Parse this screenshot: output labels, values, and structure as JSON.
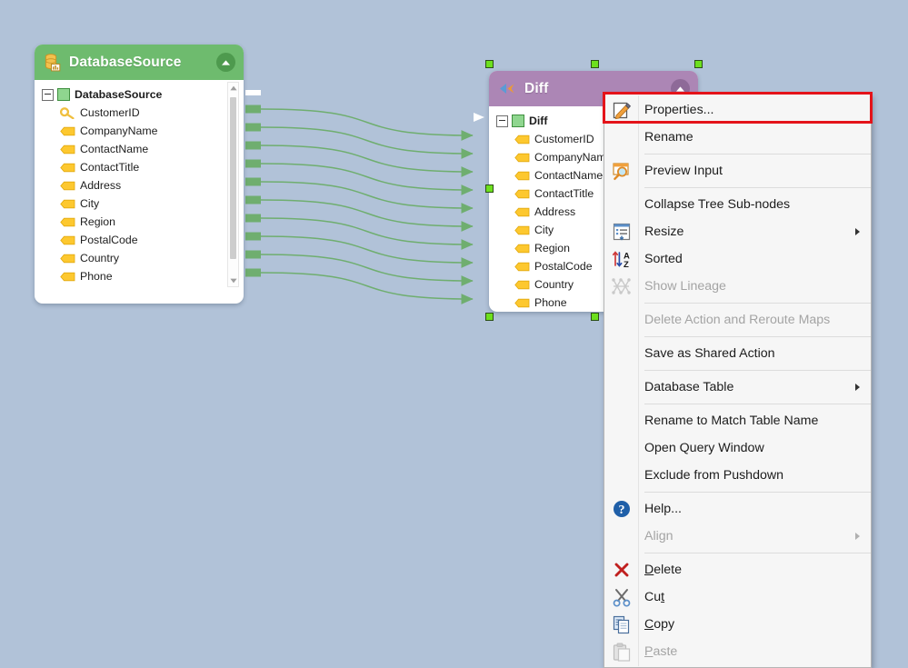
{
  "canvas": {
    "background_color": "#b1c2d8"
  },
  "nodes": [
    {
      "id": "database-source",
      "title": "DatabaseSource",
      "header_color": "#6ebb6e",
      "icon": "database-icon",
      "collapse_icon": "chevron-up-icon",
      "root_label": "DatabaseSource",
      "fields": [
        {
          "label": "CustomerID",
          "icon": "key-icon"
        },
        {
          "label": "CompanyName",
          "icon": "field-icon"
        },
        {
          "label": "ContactName",
          "icon": "field-icon"
        },
        {
          "label": "ContactTitle",
          "icon": "field-icon"
        },
        {
          "label": "Address",
          "icon": "field-icon"
        },
        {
          "label": "City",
          "icon": "field-icon"
        },
        {
          "label": "Region",
          "icon": "field-icon"
        },
        {
          "label": "PostalCode",
          "icon": "field-icon"
        },
        {
          "label": "Country",
          "icon": "field-icon"
        },
        {
          "label": "Phone",
          "icon": "field-icon"
        }
      ]
    },
    {
      "id": "diff",
      "title": "Diff",
      "header_color": "#ac86b5",
      "icon": "diff-icon",
      "collapse_icon": "chevron-up-icon",
      "root_label": "Diff",
      "selected": true,
      "fields": [
        {
          "label": "CustomerID",
          "icon": "field-icon"
        },
        {
          "label": "CompanyName",
          "icon": "field-icon"
        },
        {
          "label": "ContactName",
          "icon": "field-icon"
        },
        {
          "label": "ContactTitle",
          "icon": "field-icon"
        },
        {
          "label": "Address",
          "icon": "field-icon"
        },
        {
          "label": "City",
          "icon": "field-icon"
        },
        {
          "label": "Region",
          "icon": "field-icon"
        },
        {
          "label": "PostalCode",
          "icon": "field-icon"
        },
        {
          "label": "Country",
          "icon": "field-icon"
        },
        {
          "label": "Phone",
          "icon": "field-icon"
        }
      ]
    }
  ],
  "context_menu": {
    "highlight_color": "#e4131a",
    "highlighted_item": "Properties...",
    "items": [
      {
        "label": "Properties...",
        "icon": "properties-icon",
        "disabled": false,
        "submenu": false
      },
      {
        "label": "Rename",
        "icon": "none",
        "disabled": false,
        "submenu": false
      },
      {
        "separator_after": true,
        "label": "Preview Input",
        "icon": "preview-icon",
        "disabled": false,
        "submenu": false
      },
      {
        "label": "Collapse Tree Sub-nodes",
        "icon": "none",
        "disabled": false,
        "submenu": false
      },
      {
        "label": "Resize",
        "icon": "resize-icon",
        "disabled": false,
        "submenu": true
      },
      {
        "label": "Sorted",
        "icon": "sort-az-icon",
        "disabled": false,
        "submenu": false
      },
      {
        "label": "Show Lineage",
        "icon": "lineage-icon",
        "disabled": true,
        "submenu": false
      },
      {
        "label": "Delete Action and Reroute Maps",
        "icon": "none",
        "disabled": true,
        "submenu": false
      },
      {
        "label": "Save as Shared Action",
        "icon": "none",
        "disabled": false,
        "submenu": false
      },
      {
        "label": "Database Table",
        "icon": "none",
        "disabled": false,
        "submenu": true
      },
      {
        "label": "Rename to Match Table Name",
        "icon": "none",
        "disabled": false,
        "submenu": false
      },
      {
        "label": "Open Query Window",
        "icon": "none",
        "disabled": false,
        "submenu": false
      },
      {
        "label": "Exclude from Pushdown",
        "icon": "none",
        "disabled": false,
        "submenu": false
      },
      {
        "label": "Help...",
        "icon": "help-icon",
        "disabled": false,
        "submenu": false
      },
      {
        "label": "Align",
        "icon": "none",
        "disabled": true,
        "submenu": true
      },
      {
        "label": "Delete",
        "icon": "delete-icon",
        "disabled": false,
        "submenu": false,
        "accesskey": "D"
      },
      {
        "label": "Cut",
        "icon": "cut-icon",
        "disabled": false,
        "submenu": false,
        "accesskey": "t"
      },
      {
        "label": "Copy",
        "icon": "copy-icon",
        "disabled": false,
        "submenu": false,
        "accesskey": "C"
      },
      {
        "label": "Paste",
        "icon": "paste-icon",
        "disabled": true,
        "submenu": false,
        "accesskey": "P"
      }
    ]
  },
  "connectors": {
    "color": "#6fae6f",
    "count": 10
  }
}
